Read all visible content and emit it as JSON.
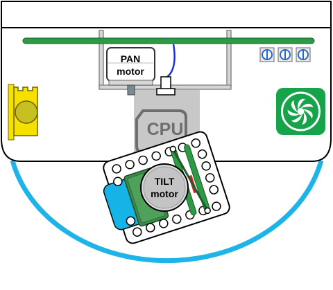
{
  "labels": {
    "pan_motor_line1": "PAN",
    "pan_motor_line2": "motor",
    "cpu": "CPU",
    "tilt_motor_line1": "TILT",
    "tilt_motor_line2": "motor"
  },
  "colors": {
    "dome": "#1eb4e8",
    "rail": "#2f9a46",
    "fan_box": "#16a34a",
    "yellow_motor": "#f5e000",
    "cable": "#1f2fd6",
    "cpu_shadow": "#c8c8c8"
  },
  "icons": {
    "fan": "fan-icon",
    "dial": "potentiometer-icon"
  }
}
